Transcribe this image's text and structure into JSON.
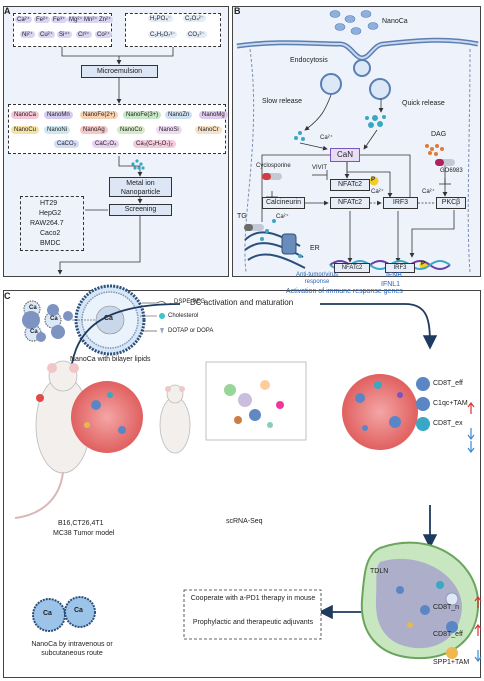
{
  "panels": {
    "a": "A",
    "b": "B",
    "c": "C"
  },
  "panel_a": {
    "cations": [
      "Ca²⁺",
      "Fe²⁺",
      "Fe³⁺",
      "Mg²⁺",
      "Mn²⁺",
      "Zn²⁺",
      "Ni²⁺",
      "Cu²⁺",
      "Si⁴⁺",
      "Cr³⁺",
      "Co²⁺"
    ],
    "anions": [
      "H₂PO₄⁻",
      "C₂O₄²⁻",
      "C₆H₅O₇³⁻",
      "CO₃²⁻"
    ],
    "microemulsion": "Microemulsion",
    "nanoparticles": [
      "NanoCa",
      "NanoMn",
      "NanoFe(2+)",
      "NanoFe(3+)",
      "NanoZn",
      "NanoMg",
      "NanoCu",
      "NanoNi",
      "NanoAg",
      "NanoCo",
      "NanoSi",
      "NanoCr",
      "CaCO₃",
      "CaC₂O₄",
      "Ca₃(C₆H₅O₇)₂"
    ],
    "metal_ion_np": "Metal ion Nanoparticle",
    "screening": "Screening",
    "cell_lines": [
      "HT29",
      "HepG2",
      "RAW264.7",
      "Caco2",
      "BMDC"
    ],
    "ca_label": "Ca",
    "dspe": "DSPE-PEG",
    "cholesterol": "Cholesterol",
    "dotap": "DOTAP or DOPA",
    "caption": "NanoCa with bilayer lipids"
  },
  "panel_b": {
    "nanoca": "NanoCa",
    "endocytosis": "Endocytosis",
    "slow": "Slow release",
    "quick": "Quick release",
    "ca2": "Ca²⁺",
    "can": "CaN",
    "dag": "DAG",
    "cyclosporine": "Cyclosporine",
    "vivit": "VIVIT",
    "go6983": "GO6983",
    "nfatc2": "NFATc2",
    "p": "P",
    "calcineurin": "Calcineurin",
    "irf3": "IRF3",
    "pkcb": "PKCβ",
    "tg": "TG",
    "er": "ER",
    "anti_tumor": "Anti-tumor/virus response",
    "ifnb": "IFNB",
    "ifnl1": "IFNL1",
    "activation": "Activation of immune response genes"
  },
  "panel_c": {
    "dc": "DC activation and maturation",
    "model": "B16,CT26,4T1",
    "model2": "MC38 Tumor model",
    "scrna": "scRNA-Seq",
    "cd8_eff": "CD8T_eff",
    "c1qc": "C1qc+TAM",
    "cd8_ex": "CD8T_ex",
    "tdln": "TDLN",
    "cd8_n": "CD8T_n",
    "cd8_eff2": "CD8T_eff",
    "spp1": "SPP1+TAM",
    "cooperate": "Cooperate with a-PD1 therapy in mouse",
    "adjuvant": "Prophylactic and therapeutic adjuvants",
    "route": "NanoCa by intravenous or subcutaneous route",
    "ca_label": "Ca"
  },
  "colors": {
    "panel_bg": "#eef3fb",
    "purple": "#7a55c2",
    "blue": "#2a63b8"
  }
}
